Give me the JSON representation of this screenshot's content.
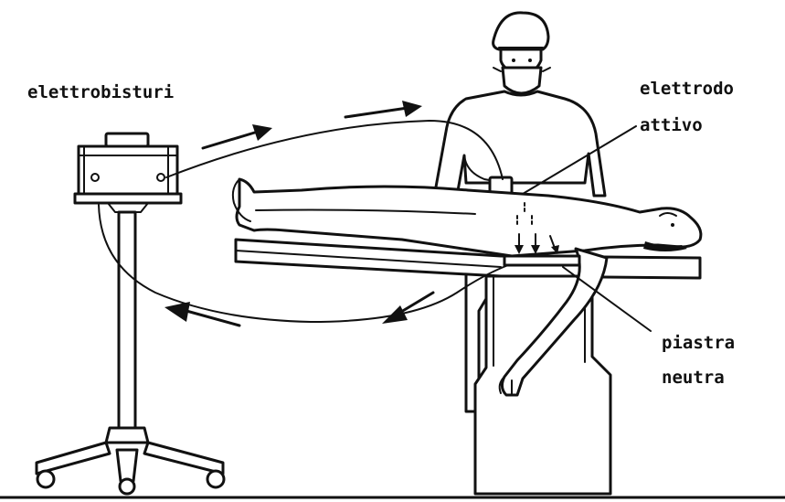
{
  "labels": {
    "device": "elettrobisturi",
    "active_electrode_line1": "elettrodo",
    "active_electrode_line2": "attivo",
    "neutral_plate_line1": "piastra",
    "neutral_plate_line2": "neutra"
  },
  "colors": {
    "ink": "#111111",
    "background": "#ffffff"
  }
}
